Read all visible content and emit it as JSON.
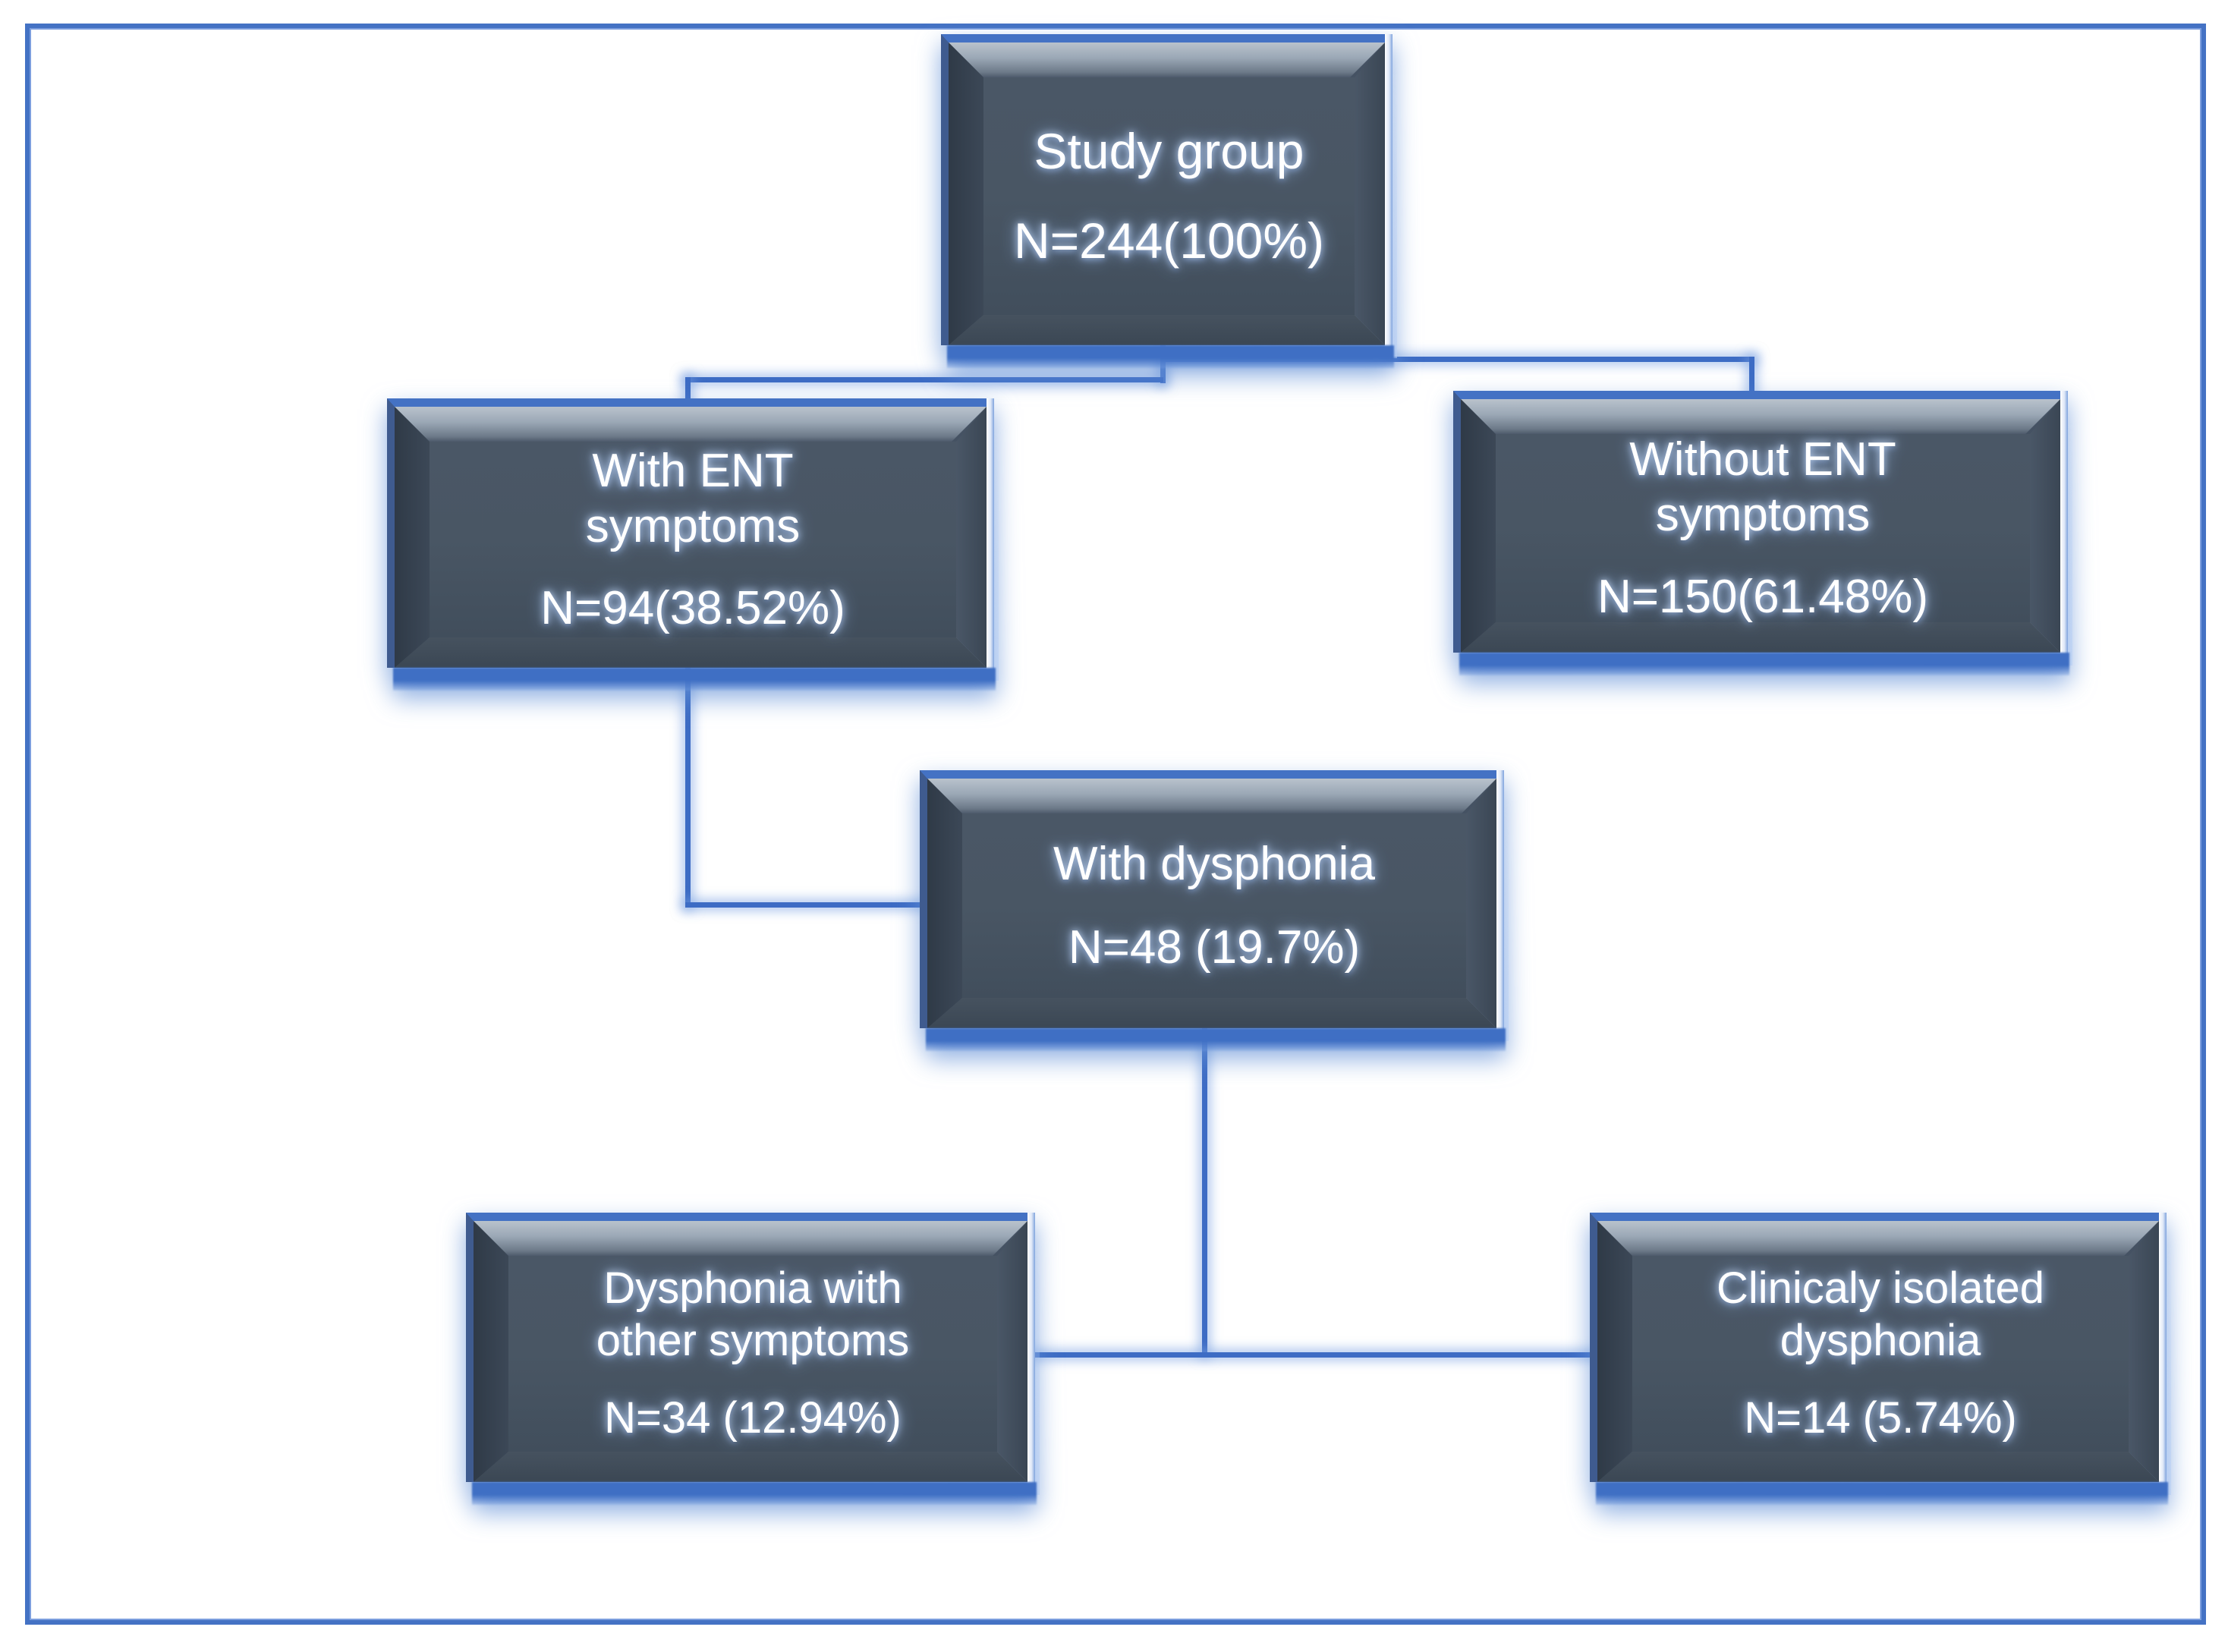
{
  "diagram": {
    "type": "flowchart",
    "title": "ENT symptom / dysphonia study-group flow diagram",
    "colors": {
      "frame_border": "#4472c4",
      "connector": "#3d6cc4",
      "box_fill": "#455263",
      "box_top_bevel": "#4472c4",
      "text": "#ffffff"
    },
    "nodes": [
      {
        "id": "study-group",
        "title": "Study group",
        "count": "N=244(100%)"
      },
      {
        "id": "with-ent",
        "title_line1": "With ENT",
        "title_line2": "symptoms",
        "count": "N=94(38.52%)"
      },
      {
        "id": "without-ent",
        "title_line1": "Without ENT",
        "title_line2": "symptoms",
        "count": "N=150(61.48%)"
      },
      {
        "id": "with-dysphonia",
        "title": "With dysphonia",
        "count": "N=48 (19.7%)"
      },
      {
        "id": "dysphonia-other",
        "title_line1": "Dysphonia with",
        "title_line2": "other symptoms",
        "count": "N=34 (12.94%)"
      },
      {
        "id": "isolated-dysphonia",
        "title_line1": "Clinicaly isolated",
        "title_line2": "dysphonia",
        "count": "N=14 (5.74%)"
      }
    ],
    "edges": [
      {
        "from": "study-group",
        "to": "with-ent"
      },
      {
        "from": "study-group",
        "to": "without-ent"
      },
      {
        "from": "with-ent",
        "to": "with-dysphonia"
      },
      {
        "from": "with-dysphonia",
        "to": "dysphonia-other"
      },
      {
        "from": "with-dysphonia",
        "to": "isolated-dysphonia"
      }
    ]
  }
}
